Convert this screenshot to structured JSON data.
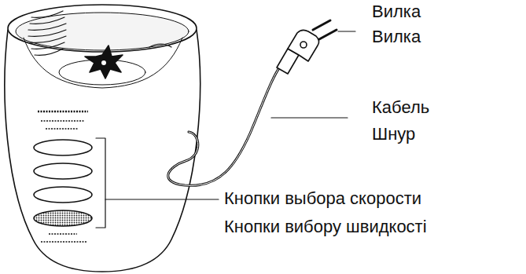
{
  "diagram": {
    "labels": [
      "Вилка",
      "Вилка",
      "Кабель",
      "Шнур",
      "Кнопки выбора скорости",
      "Кнопки вибору швидкості"
    ]
  }
}
